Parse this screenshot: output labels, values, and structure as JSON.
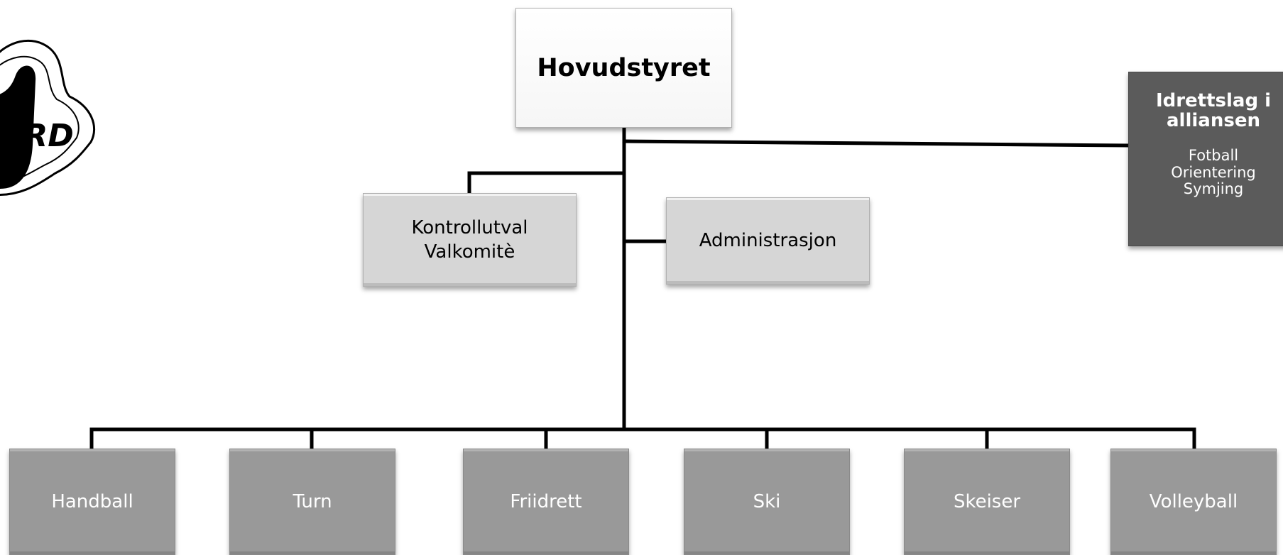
{
  "logo": {
    "text": "ORD",
    "icon": "club-emblem-icon"
  },
  "chart": {
    "top": {
      "label": "Hovudstyret"
    },
    "side_left": {
      "lines": [
        "Kontrollutval",
        "Valkomitè"
      ]
    },
    "side_right": {
      "label": "Administrasjon"
    },
    "alliance": {
      "title": "Idrettslag i alliansen",
      "items": [
        "Fotball",
        "Orientering",
        "Symjing"
      ]
    },
    "groups": [
      "Handball",
      "Turn",
      "Friidrett",
      "Ski",
      "Skeiser",
      "Volleyball"
    ]
  },
  "colors": {
    "top_box": "#ffffff",
    "support_box": "#d6d6d6",
    "group_box": "#999999",
    "alliance_box": "#5b5b5b",
    "connector": "#000000"
  }
}
